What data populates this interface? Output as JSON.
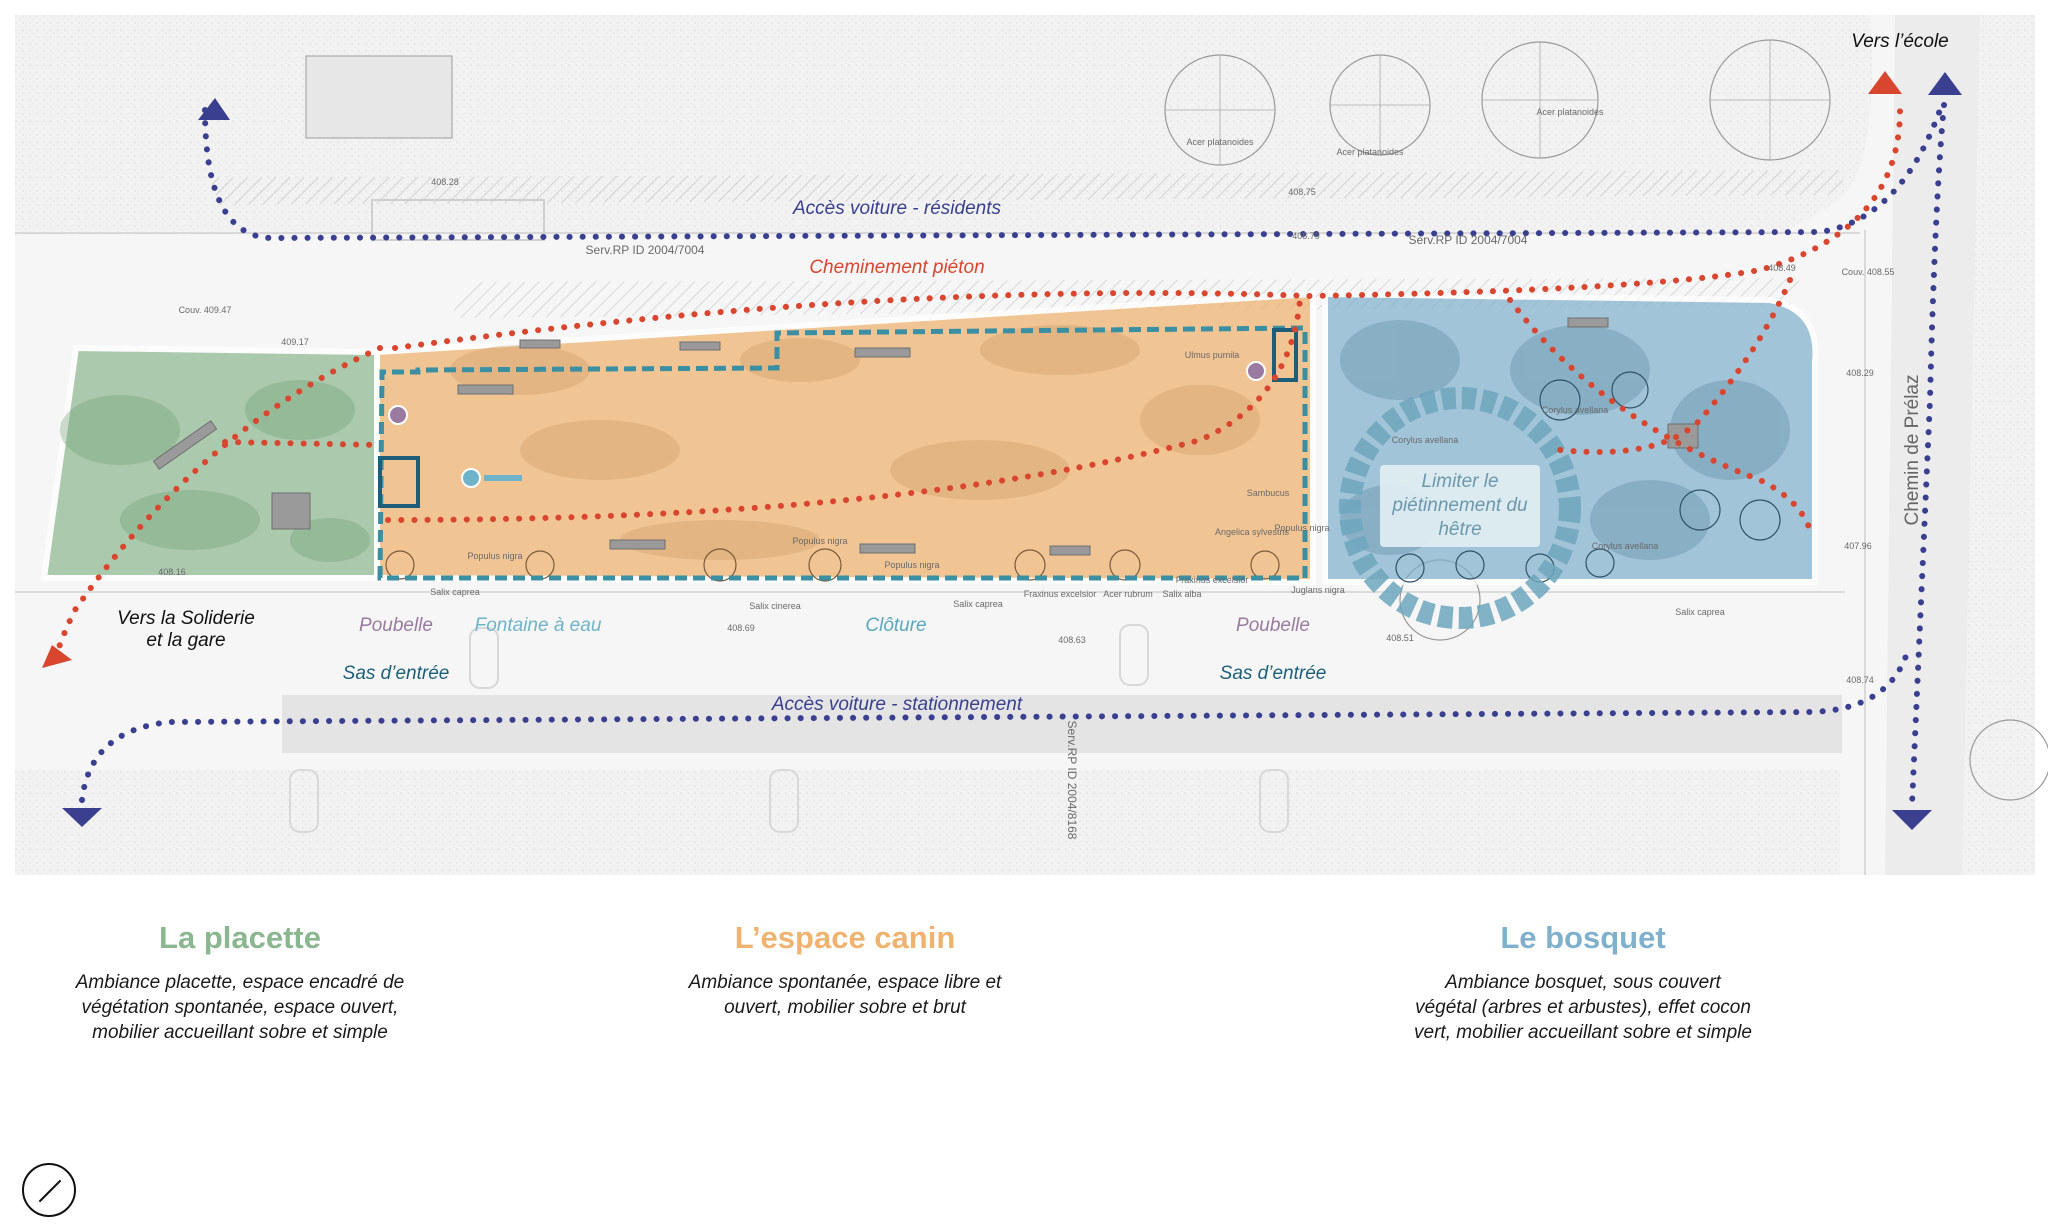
{
  "colors": {
    "placette": "#8ab78f",
    "canin": "#f0b26f",
    "bosquet": "#7fb0cc",
    "pedestrian_path": "#d9462f",
    "car_path": "#3a3f8f",
    "fence": "#3b8fa3",
    "poubelle_label": "#9a7aa0",
    "fontaine_label": "#6fb3c8",
    "cloture_label": "#5aa7bf",
    "sas_label": "#1d5f7a"
  },
  "map_labels": {
    "vers_ecole": "Vers l’école",
    "acces_residents": "Accès voiture - résidents",
    "cheminement": "Cheminement piéton",
    "vers_soliderie": "Vers la Soliderie\net la gare",
    "poubelle_left": "Poubelle",
    "fontaine": "Fontaine à eau",
    "cloture": "Clôture",
    "poubelle_right": "Poubelle",
    "sas_left": "Sas d’entrée",
    "sas_right": "Sas d’entrée",
    "acces_stationnement": "Accès voiture - stationnement",
    "chemin_prelaz": "Chemin de Prélaz",
    "hetre": "Limiter le\npiétinnement du\nhêtre"
  },
  "plan_tags": {
    "alt_1": "408.28",
    "alt_2": "408.75",
    "alt_3": "408.79",
    "alt_4": "Couv. 409.47",
    "alt_5": "409.17",
    "alt_6": "408.16",
    "alt_7": "408.49",
    "alt_8": "Couv. 408.55",
    "alt_9": "408.29",
    "alt_10": "407.96",
    "alt_11": "408.69",
    "alt_12": "408.63",
    "alt_13": "408.51",
    "alt_14": "408.74",
    "serv_top": "Serv.RP ID 2004/7004",
    "serv_top_2": "Serv.RP ID 2004/7004",
    "serv_bottom": "Serv.RP ID 2004/8168",
    "tree_1": "Acer platanoides",
    "tree_2": "Acer platanoides",
    "tree_3": "Acer platanoides",
    "tree_4": "Ulmus pumila",
    "tree_5": "Populus nigra",
    "tree_6": "Populus nigra",
    "tree_7": "Populus nigra",
    "tree_8": "Salix caprea",
    "tree_9": "Salix cinerea",
    "tree_10": "Salix caprea",
    "tree_11": "Fraxinus excelsior",
    "tree_12": "Acer rubrum",
    "tree_13": "Salix alba",
    "tree_14": "Juglans nigra",
    "tree_15": "Sambucus",
    "tree_16": "Angelica sylvestris",
    "tree_17": "Corylus avellana",
    "tree_18": "Corylus avellana",
    "tree_19": "Corylus avellana",
    "tree_20": "Salix caprea",
    "tree_21": "Fraxinus excelsior",
    "tree_22": "Populus nigra"
  },
  "zones": [
    {
      "title": "La placette",
      "description": "Ambiance placette, espace encadré de végétation spontanée, espace ouvert,  mobilier accueillant sobre et simple"
    },
    {
      "title": "L’espace canin",
      "description": "Ambiance spontanée, espace libre et ouvert, mobilier sobre et brut"
    },
    {
      "title": "Le bosquet",
      "description": "Ambiance bosquet, sous couvert végétal (arbres et arbustes), effet cocon vert, mobilier accueillant sobre et simple"
    }
  ]
}
